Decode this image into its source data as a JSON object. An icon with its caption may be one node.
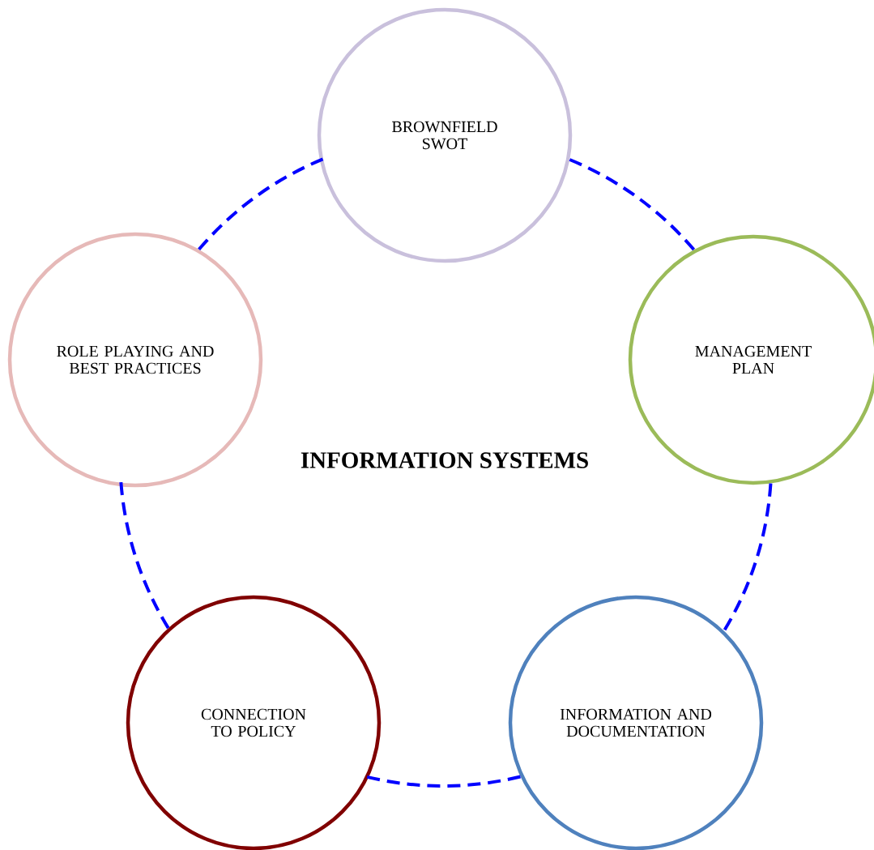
{
  "diagram": {
    "title": "INFORMATION SYSTEMS",
    "nodes": [
      {
        "text": [
          "BROWNFIELD SWOT"
        ]
      },
      {
        "text": [
          "MANAGEMENT PLAN"
        ]
      },
      {
        "text": [
          "INFORMATION AND DOCUMENTATION"
        ]
      },
      {
        "text": [
          "CONNECTION TO POLICY"
        ]
      },
      {
        "text": [
          "ROLE PLAYING AND BEST PRACTICES"
        ]
      }
    ],
    "edges": [
      {
        "from": 0,
        "to": 1,
        "arrow": "none",
        "style": "dashed"
      },
      {
        "from": 1,
        "to": 2,
        "arrow": "none",
        "style": "dashed"
      },
      {
        "from": 2,
        "to": 3,
        "arrow": "none",
        "style": "dashed"
      },
      {
        "from": 3,
        "to": 4,
        "arrow": "none",
        "style": "dashed"
      },
      {
        "from": 4,
        "to": 0,
        "arrow": "none",
        "style": "dashed"
      }
    ]
  }
}
